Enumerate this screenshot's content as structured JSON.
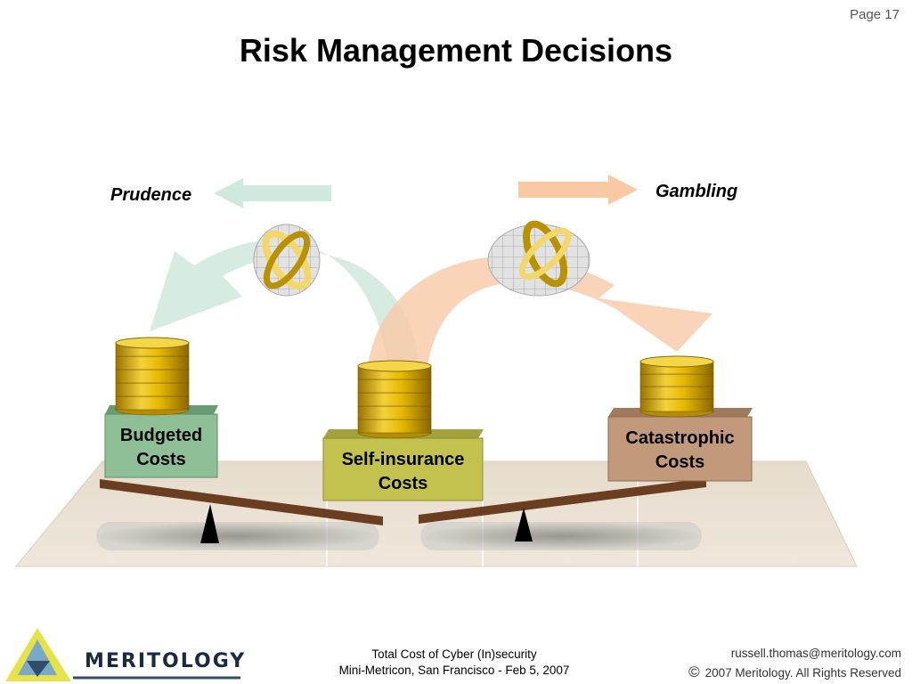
{
  "page_number": "Page 17",
  "title": "Risk Management Decisions",
  "labels": {
    "prudence": "Prudence",
    "gambling": "Gambling"
  },
  "boxes": {
    "budgeted": [
      "Budgeted",
      "Costs"
    ],
    "self_insurance": [
      "Self-insurance",
      "Costs"
    ],
    "catastrophic": [
      "Catastrophic",
      "Costs"
    ]
  },
  "colors": {
    "green_arrow": "#cfe9dc",
    "peach_arrow": "#f7c9a8",
    "budgeted_box": "#8fbf97",
    "self_insurance_box": "#c3c24f",
    "catastrophic_box": "#c29a7b",
    "plank": "#6b3e21",
    "coin": "#e6b800",
    "floor": "#e8ded0"
  },
  "footer": {
    "line1": "Total Cost of Cyber (In)security",
    "line2": "Mini-Metricon, San Francisco - Feb 5, 2007",
    "email": "russell.thomas@meritology.com",
    "copyright": "2007 Meritology. All Rights Reserved",
    "copyright_symbol": "©",
    "logo_text": "Meritology"
  }
}
